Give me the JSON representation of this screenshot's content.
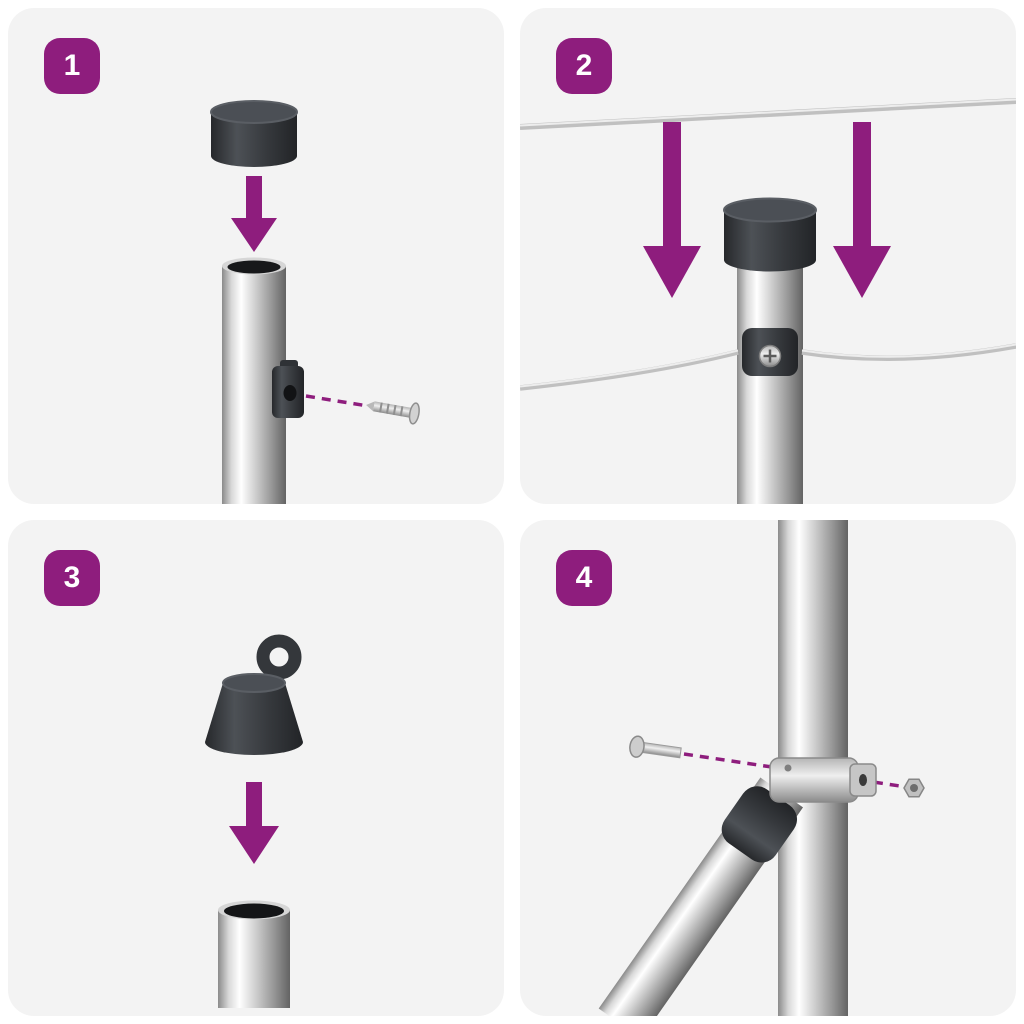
{
  "colors": {
    "accent": "#8e1d7d",
    "panel_background": "#f3f3f3",
    "cap_dark": "#3a3d41",
    "chrome_highlight": "#ffffff",
    "chrome_shadow": "#636363",
    "wire_gray": "#c0c0c0"
  },
  "steps": [
    {
      "number": "1",
      "icons": [
        "post-cap",
        "down-arrow-icon",
        "metal-post",
        "screw-bracket",
        "screw",
        "alignment-dashes"
      ]
    },
    {
      "number": "2",
      "icons": [
        "top-wire",
        "down-arrow-icon",
        "down-arrow-icon",
        "post-cap",
        "metal-post",
        "tension-wire",
        "wire-clamp"
      ]
    },
    {
      "number": "3",
      "icons": [
        "eyelet-cap",
        "down-arrow-icon",
        "metal-tube"
      ]
    },
    {
      "number": "4",
      "icons": [
        "vertical-post",
        "diagonal-brace",
        "brace-clamp",
        "bolt",
        "nut",
        "alignment-dashes"
      ]
    }
  ]
}
